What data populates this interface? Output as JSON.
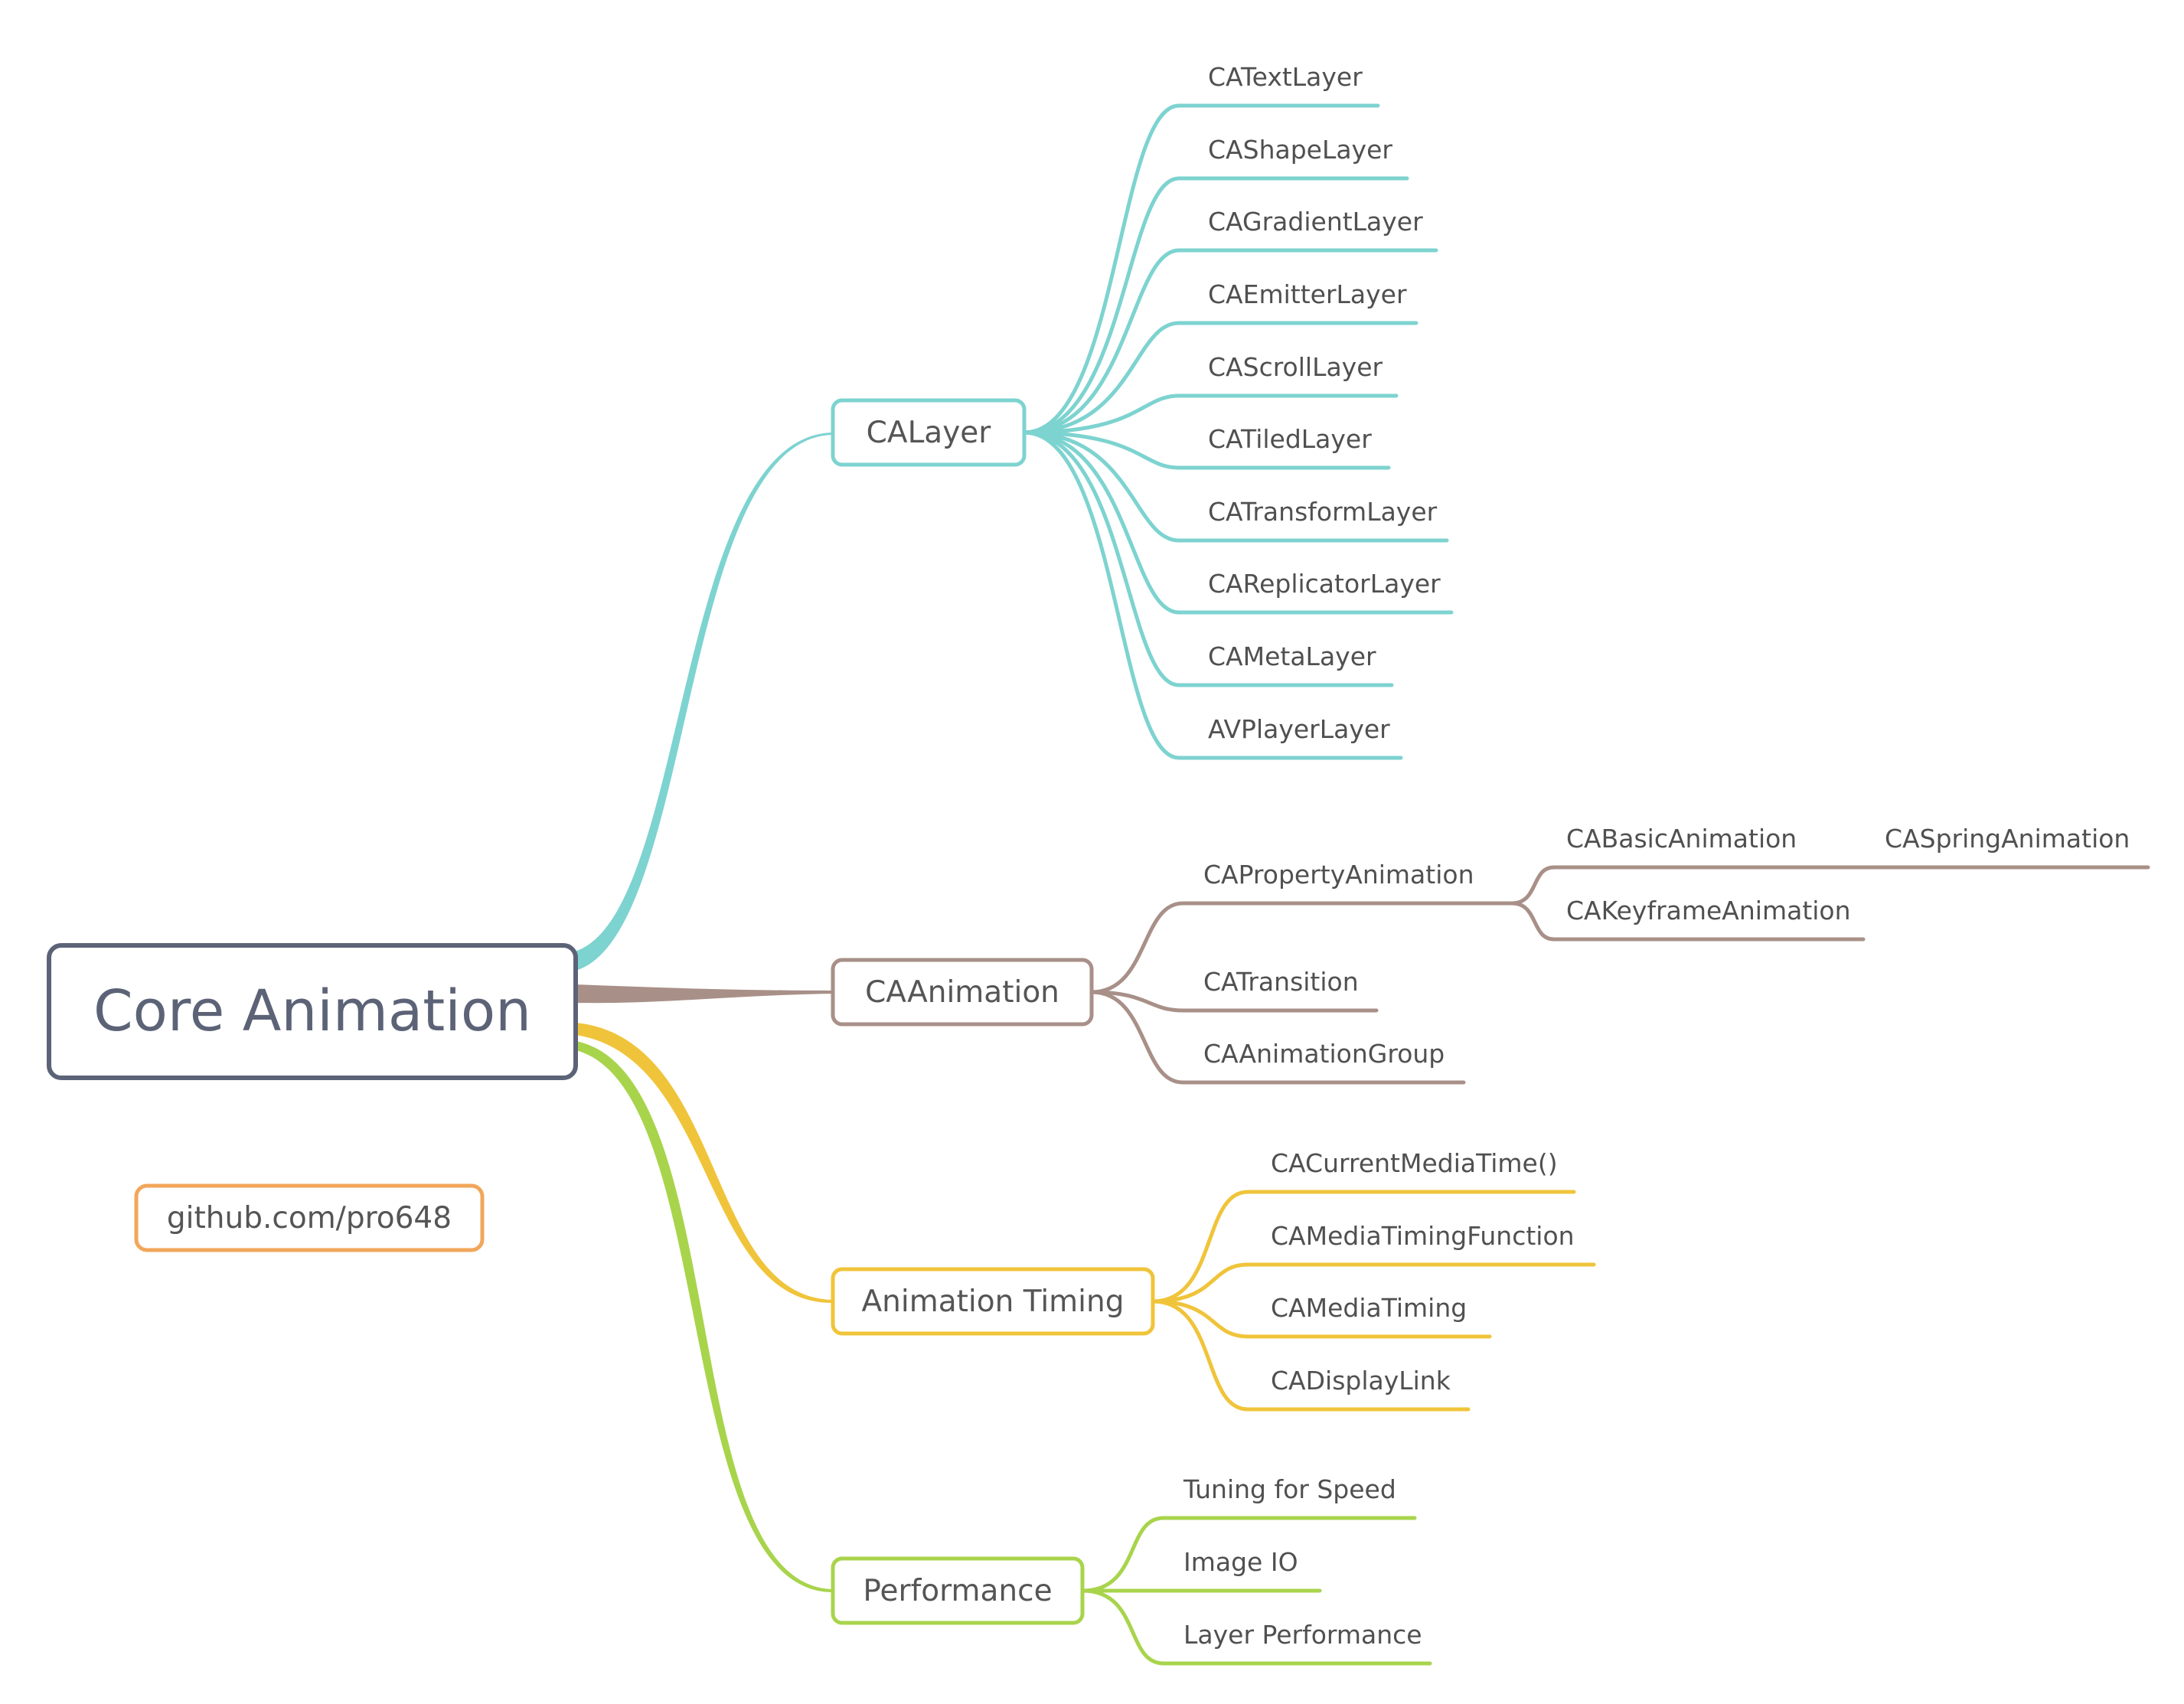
{
  "root": {
    "label": "Core Animation",
    "color": "#5c6377"
  },
  "footer": {
    "label": "github.com/pro648",
    "color": "#f2a65a"
  },
  "branches": [
    {
      "label": "CALayer",
      "color": "#7dd3d0",
      "children": [
        {
          "label": "CATextLayer"
        },
        {
          "label": "CAShapeLayer"
        },
        {
          "label": "CAGradientLayer"
        },
        {
          "label": "CAEmitterLayer"
        },
        {
          "label": "CAScrollLayer"
        },
        {
          "label": "CATiledLayer"
        },
        {
          "label": "CATransformLayer"
        },
        {
          "label": "CAReplicatorLayer"
        },
        {
          "label": "CAMetaLayer"
        },
        {
          "label": "AVPlayerLayer"
        }
      ]
    },
    {
      "label": "CAAnimation",
      "color": "#a89088",
      "children": [
        {
          "label": "CAPropertyAnimation",
          "children": [
            {
              "label": "CABasicAnimation",
              "children": [
                {
                  "label": "CASpringAnimation"
                }
              ]
            },
            {
              "label": "CAKeyframeAnimation"
            }
          ]
        },
        {
          "label": "CATransition"
        },
        {
          "label": "CAAnimationGroup"
        }
      ]
    },
    {
      "label": "Animation Timing",
      "color": "#f0c43a",
      "children": [
        {
          "label": "CACurrentMediaTime()"
        },
        {
          "label": "CAMediaTimingFunction"
        },
        {
          "label": "CAMediaTiming"
        },
        {
          "label": "CADisplayLink"
        }
      ]
    },
    {
      "label": "Performance",
      "color": "#a8d44c",
      "children": [
        {
          "label": "Tuning for Speed"
        },
        {
          "label": "Image IO"
        },
        {
          "label": "Layer Performance"
        }
      ]
    }
  ]
}
